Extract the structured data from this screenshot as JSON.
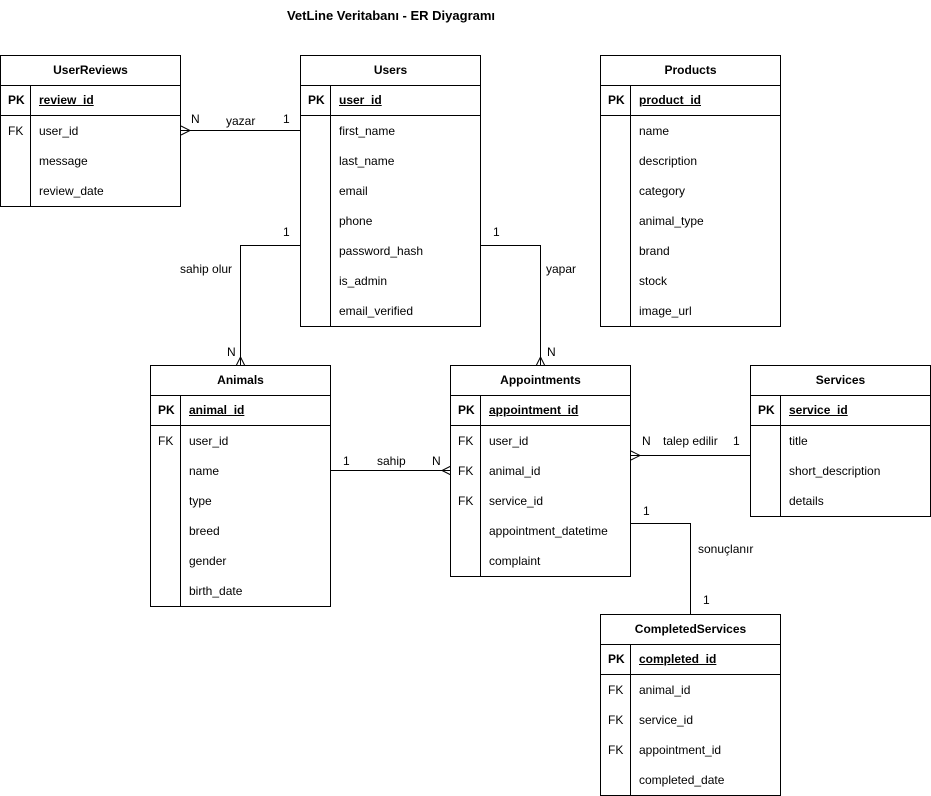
{
  "title": "VetLine Veritabanı - ER Diyagramı",
  "entities": {
    "userreviews": {
      "name": "UserReviews",
      "pk": "review_id",
      "fields": [
        {
          "key": "FK",
          "name": "user_id"
        },
        {
          "key": "",
          "name": "message"
        },
        {
          "key": "",
          "name": "review_date"
        }
      ]
    },
    "users": {
      "name": "Users",
      "pk": "user_id",
      "fields": [
        {
          "key": "",
          "name": "first_name"
        },
        {
          "key": "",
          "name": "last_name"
        },
        {
          "key": "",
          "name": "email"
        },
        {
          "key": "",
          "name": "phone"
        },
        {
          "key": "",
          "name": "password_hash"
        },
        {
          "key": "",
          "name": "is_admin"
        },
        {
          "key": "",
          "name": "email_verified"
        }
      ]
    },
    "products": {
      "name": "Products",
      "pk": "product_id",
      "fields": [
        {
          "key": "",
          "name": "name"
        },
        {
          "key": "",
          "name": "description"
        },
        {
          "key": "",
          "name": "category"
        },
        {
          "key": "",
          "name": "animal_type"
        },
        {
          "key": "",
          "name": "brand"
        },
        {
          "key": "",
          "name": "stock"
        },
        {
          "key": "",
          "name": "image_url"
        }
      ]
    },
    "animals": {
      "name": "Animals",
      "pk": "animal_id",
      "fields": [
        {
          "key": "FK",
          "name": "user_id"
        },
        {
          "key": "",
          "name": "name"
        },
        {
          "key": "",
          "name": "type"
        },
        {
          "key": "",
          "name": "breed"
        },
        {
          "key": "",
          "name": "gender"
        },
        {
          "key": "",
          "name": "birth_date"
        }
      ]
    },
    "appointments": {
      "name": "Appointments",
      "pk": "appointment_id",
      "fields": [
        {
          "key": "FK",
          "name": "user_id"
        },
        {
          "key": "FK",
          "name": "animal_id"
        },
        {
          "key": "FK",
          "name": "service_id"
        },
        {
          "key": "",
          "name": "appointment_datetime"
        },
        {
          "key": "",
          "name": "complaint"
        }
      ]
    },
    "services": {
      "name": "Services",
      "pk": "service_id",
      "fields": [
        {
          "key": "",
          "name": "title"
        },
        {
          "key": "",
          "name": "short_description"
        },
        {
          "key": "",
          "name": "details"
        }
      ]
    },
    "completedservices": {
      "name": "CompletedServices",
      "pk": "completed_id",
      "fields": [
        {
          "key": "FK",
          "name": "animal_id"
        },
        {
          "key": "FK",
          "name": "service_id"
        },
        {
          "key": "FK",
          "name": "appointment_id"
        },
        {
          "key": "",
          "name": "completed_date"
        }
      ]
    }
  },
  "pk_label": "PK",
  "relationships": {
    "yazar": {
      "label": "yazar",
      "from_card": "1",
      "to_card": "N"
    },
    "sahip_olur": {
      "label": "sahip olur",
      "from_card": "1",
      "to_card": "N"
    },
    "yapar": {
      "label": "yapar",
      "from_card": "1",
      "to_card": "N"
    },
    "sahip": {
      "label": "sahip",
      "from_card": "1",
      "to_card": "N"
    },
    "talep_edilir": {
      "label": "talep edilir",
      "from_card": "1",
      "to_card": "N"
    },
    "sonuclanir": {
      "label": "sonuçlanır",
      "from_card": "1",
      "to_card": "1"
    }
  }
}
